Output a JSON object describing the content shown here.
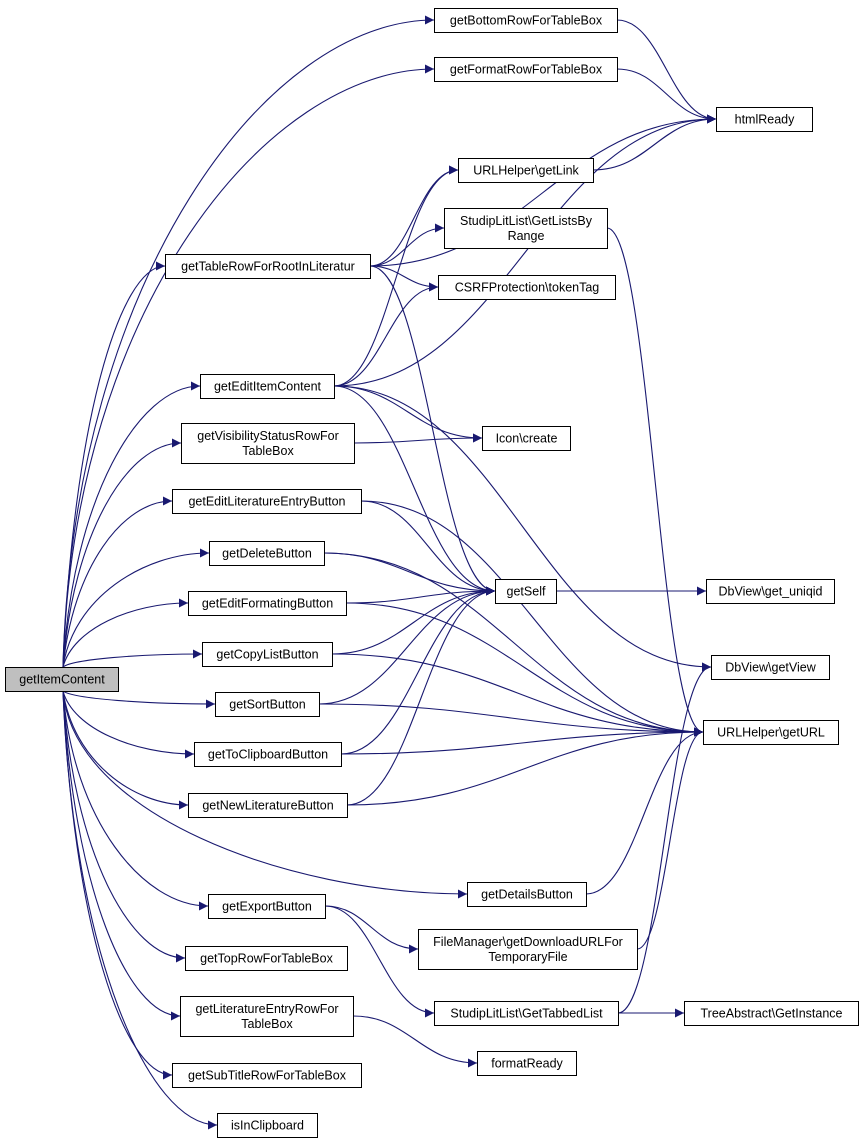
{
  "diagram": {
    "nodes": [
      {
        "id": "getItemContent",
        "lines": [
          "getItemContent"
        ],
        "root": true
      },
      {
        "id": "getBottomRowForTableBox",
        "lines": [
          "getBottomRowForTableBox"
        ]
      },
      {
        "id": "getFormatRowForTableBox",
        "lines": [
          "getFormatRowForTableBox"
        ]
      },
      {
        "id": "htmlReady",
        "lines": [
          "htmlReady"
        ]
      },
      {
        "id": "URLHelper_getLink",
        "lines": [
          "URLHelper\\getLink"
        ]
      },
      {
        "id": "StudipLitList_GetListsByRange",
        "lines": [
          "StudipLitList\\GetListsBy",
          "Range"
        ]
      },
      {
        "id": "getTableRowForRootInLiteratur",
        "lines": [
          "getTableRowForRootInLiteratur"
        ]
      },
      {
        "id": "CSRFProtection_tokenTag",
        "lines": [
          "CSRFProtection\\tokenTag"
        ]
      },
      {
        "id": "getEditItemContent",
        "lines": [
          "getEditItemContent"
        ]
      },
      {
        "id": "getVisibilityStatusRowForTableBox",
        "lines": [
          "getVisibilityStatusRowFor",
          "TableBox"
        ]
      },
      {
        "id": "Icon_create",
        "lines": [
          "Icon\\create"
        ]
      },
      {
        "id": "getEditLiteratureEntryButton",
        "lines": [
          "getEditLiteratureEntryButton"
        ]
      },
      {
        "id": "getDeleteButton",
        "lines": [
          "getDeleteButton"
        ]
      },
      {
        "id": "getSelf",
        "lines": [
          "getSelf"
        ]
      },
      {
        "id": "DbView_get_uniqid",
        "lines": [
          "DbView\\get_uniqid"
        ]
      },
      {
        "id": "getEditFormatingButton",
        "lines": [
          "getEditFormatingButton"
        ]
      },
      {
        "id": "getCopyListButton",
        "lines": [
          "getCopyListButton"
        ]
      },
      {
        "id": "DbView_getView",
        "lines": [
          "DbView\\getView"
        ]
      },
      {
        "id": "getSortButton",
        "lines": [
          "getSortButton"
        ]
      },
      {
        "id": "URLHelper_getURL",
        "lines": [
          "URLHelper\\getURL"
        ]
      },
      {
        "id": "getToClipboardButton",
        "lines": [
          "getToClipboardButton"
        ]
      },
      {
        "id": "getNewLiteratureButton",
        "lines": [
          "getNewLiteratureButton"
        ]
      },
      {
        "id": "getDetailsButton",
        "lines": [
          "getDetailsButton"
        ]
      },
      {
        "id": "getExportButton",
        "lines": [
          "getExportButton"
        ]
      },
      {
        "id": "FileManager_getDownloadURLForTemporaryFile",
        "lines": [
          "FileManager\\getDownloadURLFor",
          "TemporaryFile"
        ]
      },
      {
        "id": "getTopRowForTableBox",
        "lines": [
          "getTopRowForTableBox"
        ]
      },
      {
        "id": "StudipLitList_GetTabbedList",
        "lines": [
          "StudipLitList\\GetTabbedList"
        ]
      },
      {
        "id": "TreeAbstract_GetInstance",
        "lines": [
          "TreeAbstract\\GetInstance"
        ]
      },
      {
        "id": "getLiteratureEntryRowForTableBox",
        "lines": [
          "getLiteratureEntryRowFor",
          "TableBox"
        ]
      },
      {
        "id": "formatReady",
        "lines": [
          "formatReady"
        ]
      },
      {
        "id": "getSubTitleRowForTableBox",
        "lines": [
          "getSubTitleRowForTableBox"
        ]
      },
      {
        "id": "isInClipboard",
        "lines": [
          "isInClipboard"
        ]
      }
    ],
    "edges": [
      [
        "getItemContent",
        "getBottomRowForTableBox"
      ],
      [
        "getItemContent",
        "getFormatRowForTableBox"
      ],
      [
        "getItemContent",
        "getTableRowForRootInLiteratur"
      ],
      [
        "getItemContent",
        "getEditItemContent"
      ],
      [
        "getItemContent",
        "getVisibilityStatusRowForTableBox"
      ],
      [
        "getItemContent",
        "getEditLiteratureEntryButton"
      ],
      [
        "getItemContent",
        "getDeleteButton"
      ],
      [
        "getItemContent",
        "getEditFormatingButton"
      ],
      [
        "getItemContent",
        "getCopyListButton"
      ],
      [
        "getItemContent",
        "getSortButton"
      ],
      [
        "getItemContent",
        "getToClipboardButton"
      ],
      [
        "getItemContent",
        "getNewLiteratureButton"
      ],
      [
        "getItemContent",
        "getDetailsButton"
      ],
      [
        "getItemContent",
        "getExportButton"
      ],
      [
        "getItemContent",
        "getTopRowForTableBox"
      ],
      [
        "getItemContent",
        "getLiteratureEntryRowForTableBox"
      ],
      [
        "getItemContent",
        "getSubTitleRowForTableBox"
      ],
      [
        "getItemContent",
        "isInClipboard"
      ],
      [
        "getBottomRowForTableBox",
        "htmlReady"
      ],
      [
        "getFormatRowForTableBox",
        "htmlReady"
      ],
      [
        "getTableRowForRootInLiteratur",
        "htmlReady"
      ],
      [
        "getTableRowForRootInLiteratur",
        "URLHelper_getLink"
      ],
      [
        "getTableRowForRootInLiteratur",
        "StudipLitList_GetListsByRange"
      ],
      [
        "getTableRowForRootInLiteratur",
        "CSRFProtection_tokenTag"
      ],
      [
        "getTableRowForRootInLiteratur",
        "getSelf"
      ],
      [
        "URLHelper_getLink",
        "htmlReady"
      ],
      [
        "StudipLitList_GetListsByRange",
        "URLHelper_getURL"
      ],
      [
        "getEditItemContent",
        "URLHelper_getLink"
      ],
      [
        "getEditItemContent",
        "CSRFProtection_tokenTag"
      ],
      [
        "getEditItemContent",
        "htmlReady"
      ],
      [
        "getEditItemContent",
        "Icon_create"
      ],
      [
        "getEditItemContent",
        "getSelf"
      ],
      [
        "getEditItemContent",
        "DbView_getView"
      ],
      [
        "getVisibilityStatusRowForTableBox",
        "Icon_create"
      ],
      [
        "getEditLiteratureEntryButton",
        "getSelf"
      ],
      [
        "getEditLiteratureEntryButton",
        "URLHelper_getURL"
      ],
      [
        "getDeleteButton",
        "getSelf"
      ],
      [
        "getDeleteButton",
        "URLHelper_getURL"
      ],
      [
        "getEditFormatingButton",
        "getSelf"
      ],
      [
        "getEditFormatingButton",
        "URLHelper_getURL"
      ],
      [
        "getCopyListButton",
        "getSelf"
      ],
      [
        "getCopyListButton",
        "URLHelper_getURL"
      ],
      [
        "getSortButton",
        "getSelf"
      ],
      [
        "getSortButton",
        "URLHelper_getURL"
      ],
      [
        "getToClipboardButton",
        "getSelf"
      ],
      [
        "getToClipboardButton",
        "URLHelper_getURL"
      ],
      [
        "getNewLiteratureButton",
        "getSelf"
      ],
      [
        "getNewLiteratureButton",
        "URLHelper_getURL"
      ],
      [
        "getSelf",
        "DbView_get_uniqid"
      ],
      [
        "getDetailsButton",
        "URLHelper_getURL"
      ],
      [
        "getExportButton",
        "FileManager_getDownloadURLForTemporaryFile"
      ],
      [
        "getExportButton",
        "StudipLitList_GetTabbedList"
      ],
      [
        "FileManager_getDownloadURLForTemporaryFile",
        "URLHelper_getURL"
      ],
      [
        "StudipLitList_GetTabbedList",
        "TreeAbstract_GetInstance"
      ],
      [
        "StudipLitList_GetTabbedList",
        "DbView_getView"
      ],
      [
        "getLiteratureEntryRowForTableBox",
        "formatReady"
      ]
    ]
  }
}
